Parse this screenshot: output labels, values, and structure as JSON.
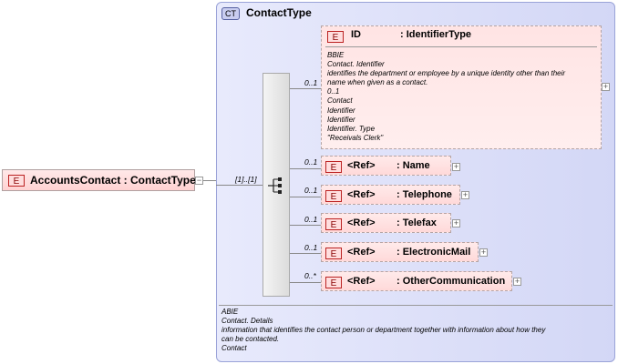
{
  "root": {
    "badge": "E",
    "label": "AccountsContact : ContactType"
  },
  "complex_type": {
    "badge": "CT",
    "title": "ContactType"
  },
  "sequence": {
    "cardinality": "[1]..[1]"
  },
  "id_element": {
    "badge": "E",
    "name": "ID",
    "type": ": IdentifierType",
    "cardinality": "0..1",
    "doc": "BBIE\nContact. Identifier\nidentifies the department or employee by a unique identity other than their\nname when given as a contact.\n0..1\nContact\nIdentifier\nIdentifier\nIdentifier. Type\n\"Receivals Clerk\""
  },
  "children": [
    {
      "badge": "E",
      "ref": "<Ref>",
      "name": ": Name",
      "cardinality": "0..1"
    },
    {
      "badge": "E",
      "ref": "<Ref>",
      "name": ": Telephone",
      "cardinality": "0..1"
    },
    {
      "badge": "E",
      "ref": "<Ref>",
      "name": ": Telefax",
      "cardinality": "0..1"
    },
    {
      "badge": "E",
      "ref": "<Ref>",
      "name": ": ElectronicMail",
      "cardinality": "0..1"
    },
    {
      "badge": "E",
      "ref": "<Ref>",
      "name": ": OtherCommunication",
      "cardinality": "0..*"
    }
  ],
  "type_doc": "ABIE\nContact. Details\ninformation that identifies the contact person or department together with information about how they\ncan be contacted.\nContact"
}
